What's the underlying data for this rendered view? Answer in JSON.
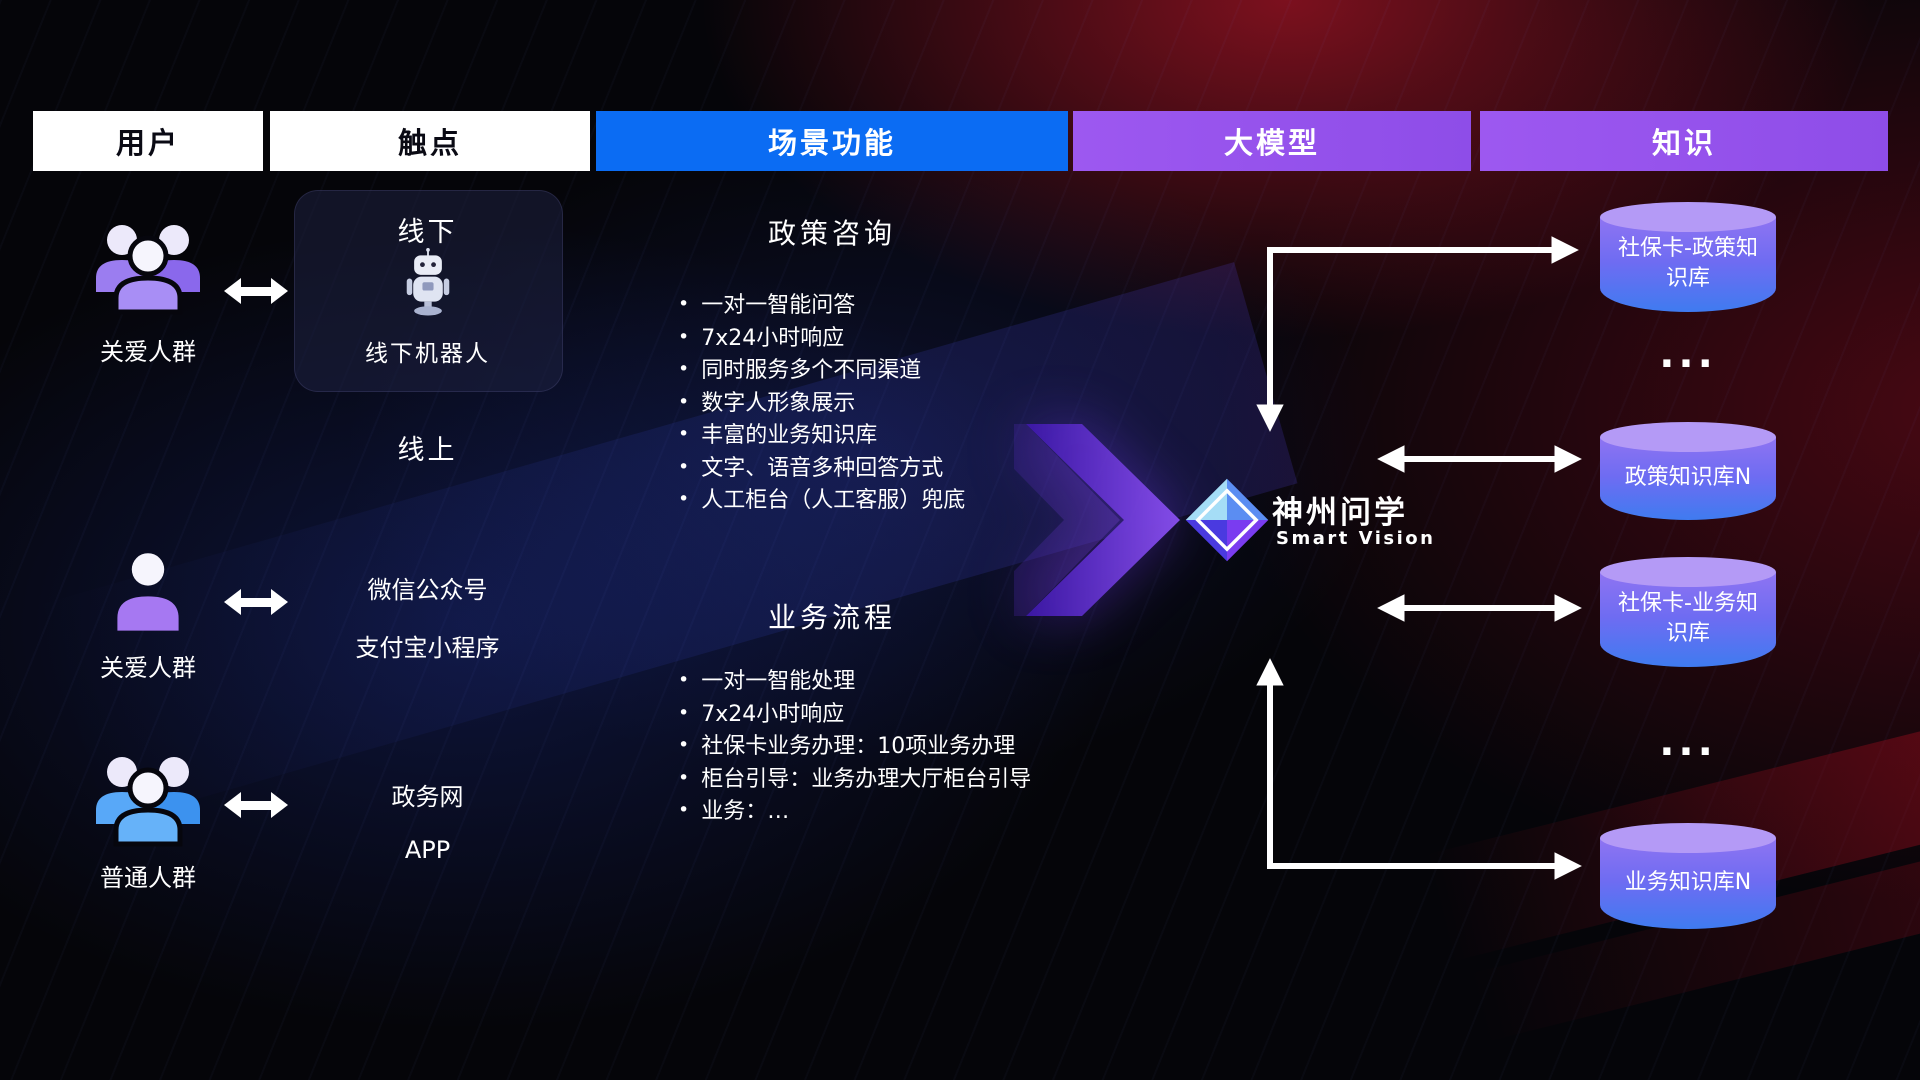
{
  "headers": [
    {
      "label": "用户"
    },
    {
      "label": "触点"
    },
    {
      "label": "场景功能"
    },
    {
      "label": "大模型"
    },
    {
      "label": "知识"
    }
  ],
  "users": {
    "group1": {
      "label": "关爱人群"
    },
    "group2": {
      "label": "关爱人群"
    },
    "group3": {
      "label": "普通人群"
    }
  },
  "touchpoints": {
    "offline_title": "线下",
    "offline_robot_caption": "线下机器人",
    "online_title": "线上",
    "channels": [
      "微信公众号",
      "支付宝小程序",
      "政务网",
      "APP"
    ]
  },
  "scenarios": [
    {
      "title": "政策咨询",
      "items": [
        "一对一智能问答",
        "7x24小时响应",
        "同时服务多个不同渠道",
        "数字人形象展示",
        "丰富的业务知识库",
        "文字、语音多种回答方式",
        "人工柜台（人工客服）兜底"
      ]
    },
    {
      "title": "业务流程",
      "items": [
        "一对一智能处理",
        "7x24小时响应",
        "社保卡业务办理：10项业务办理",
        "柜台引导：业务办理大厅柜台引导",
        "业务：…"
      ]
    }
  ],
  "model": {
    "name": "神州问学",
    "subtitle": "Smart Vision"
  },
  "knowledge": {
    "db1": "社保卡-政策知识库",
    "dots1": "...",
    "db2": "政策知识库N",
    "db3": "社保卡-业务知识库",
    "dots2": "...",
    "db4": "业务知识库N"
  },
  "colors": {
    "header_blue": "#0b6cf3",
    "header_purple": "#9d58f0",
    "arrow_white": "#ffffff",
    "flow_arrow_purple": "#8a50f0",
    "db_cap": "#b49af6",
    "db_body_top": "#8f74f2",
    "db_body_bottom": "#3f7bf0",
    "user_icon_purple": "#9b7df0",
    "user_icon_blue": "#58a8f8"
  }
}
